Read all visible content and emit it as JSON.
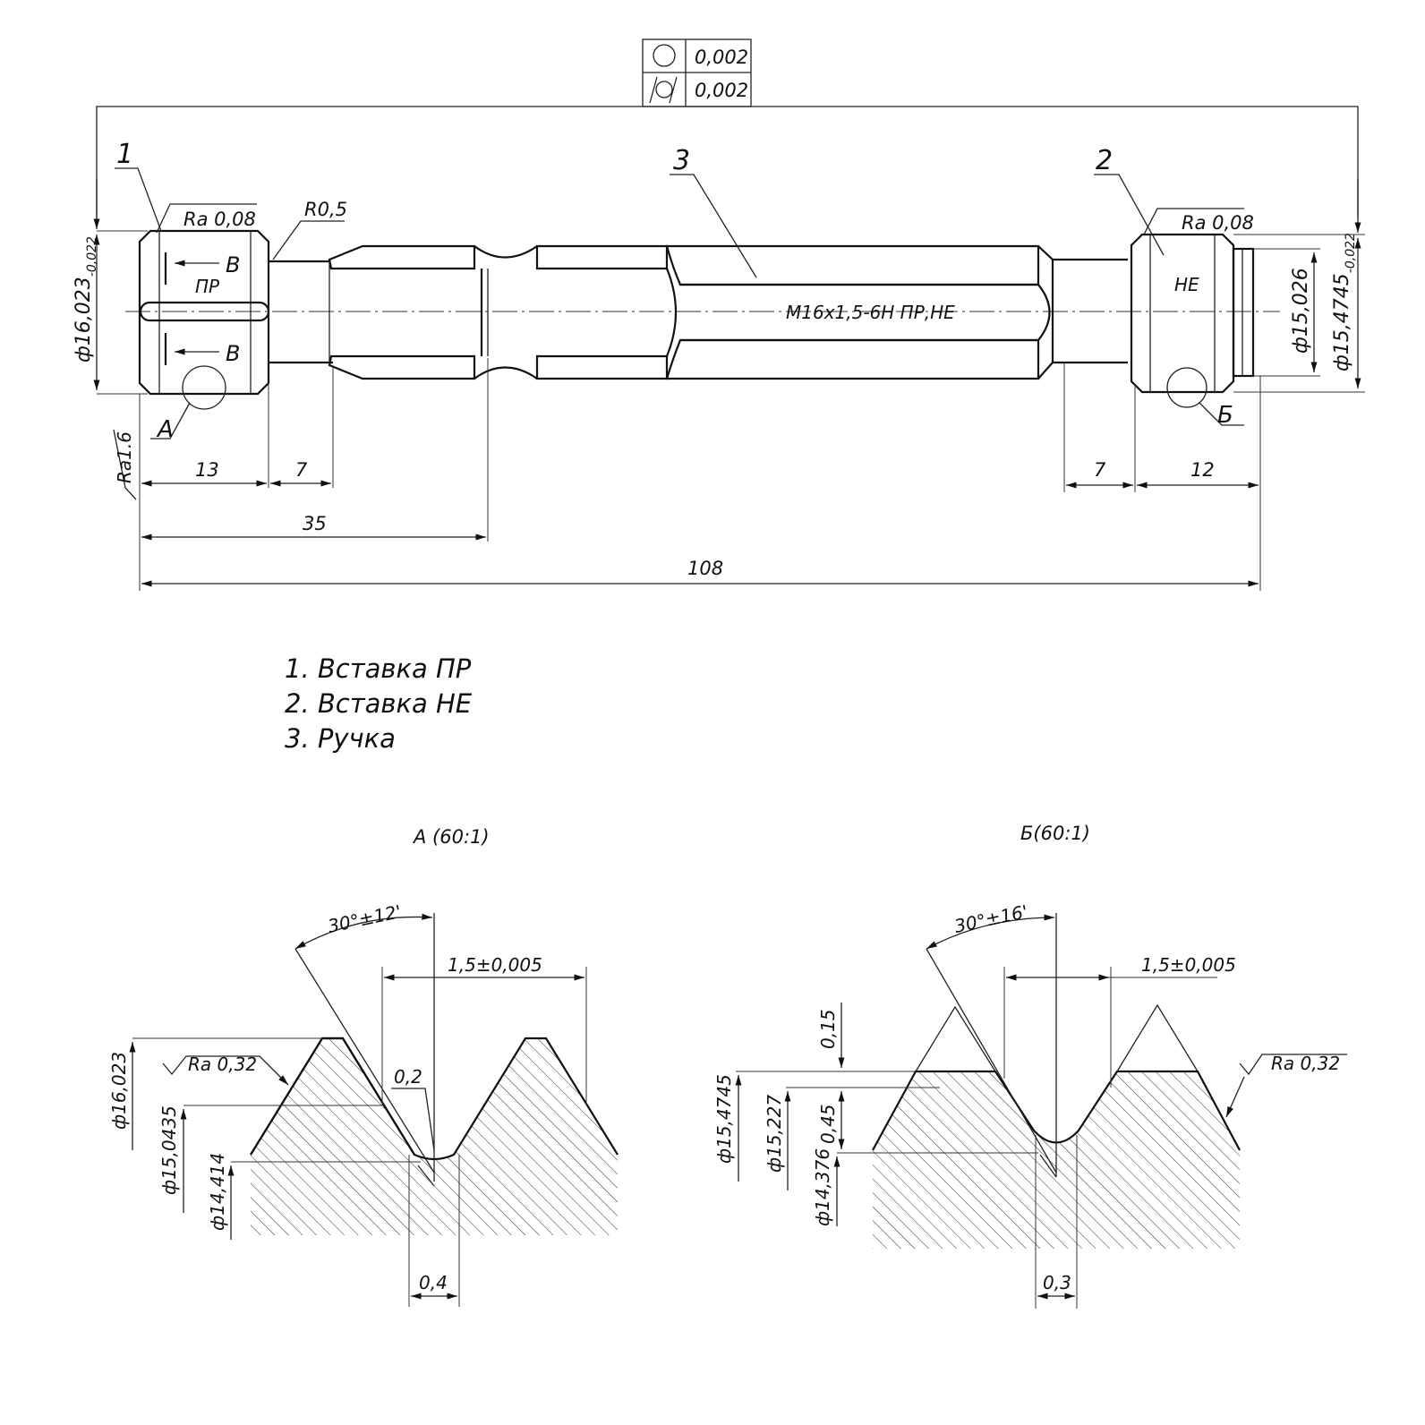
{
  "tolerance_frame": {
    "roundness": "0,002",
    "cylindricity": "0,002"
  },
  "leaders": {
    "pos1": "1",
    "pos2": "2",
    "pos3": "3"
  },
  "roughness": {
    "left_insert": "Ra 0,08",
    "right_insert": "Ra 0,08",
    "general": "Ra1.6",
    "detail_a": "Ra 0,32",
    "detail_b": "Ra 0,32"
  },
  "radius": "R0,5",
  "marks": {
    "go": "ПР",
    "no_go": "НЕ",
    "section": "В",
    "thread": "М16х1,5-6Н ПР,НЕ"
  },
  "detail_refs": {
    "a": "А",
    "b": "Б"
  },
  "diameters": {
    "left_base": "ф16,023",
    "left_tol": "-0,022",
    "right_mid": "ф15,026",
    "right_base": "ф15,4745",
    "right_tol": "-0,022"
  },
  "lengths": {
    "l13": "13",
    "l7a": "7",
    "l35": "35",
    "l108": "108",
    "l7b": "7",
    "l12": "12"
  },
  "legend": [
    "1. Вставка ПР",
    "2. Вставка НЕ",
    "3. Ручка"
  ],
  "detail_a": {
    "title": "А (60:1)",
    "angle": "30°±12'",
    "pitch": "1,5±0,005",
    "root": "0,2",
    "d1": "ф16,023",
    "d2": "ф15,0435",
    "d3": "ф14,414",
    "width": "0,4"
  },
  "detail_b": {
    "title": "Б(60:1)",
    "angle": "30°±16'",
    "pitch": "1,5±0,005",
    "h1": "0,15",
    "h2": "0,45",
    "d1": "ф15,4745",
    "d2": "ф15,227",
    "d3": "ф14,376",
    "width": "0,3"
  }
}
